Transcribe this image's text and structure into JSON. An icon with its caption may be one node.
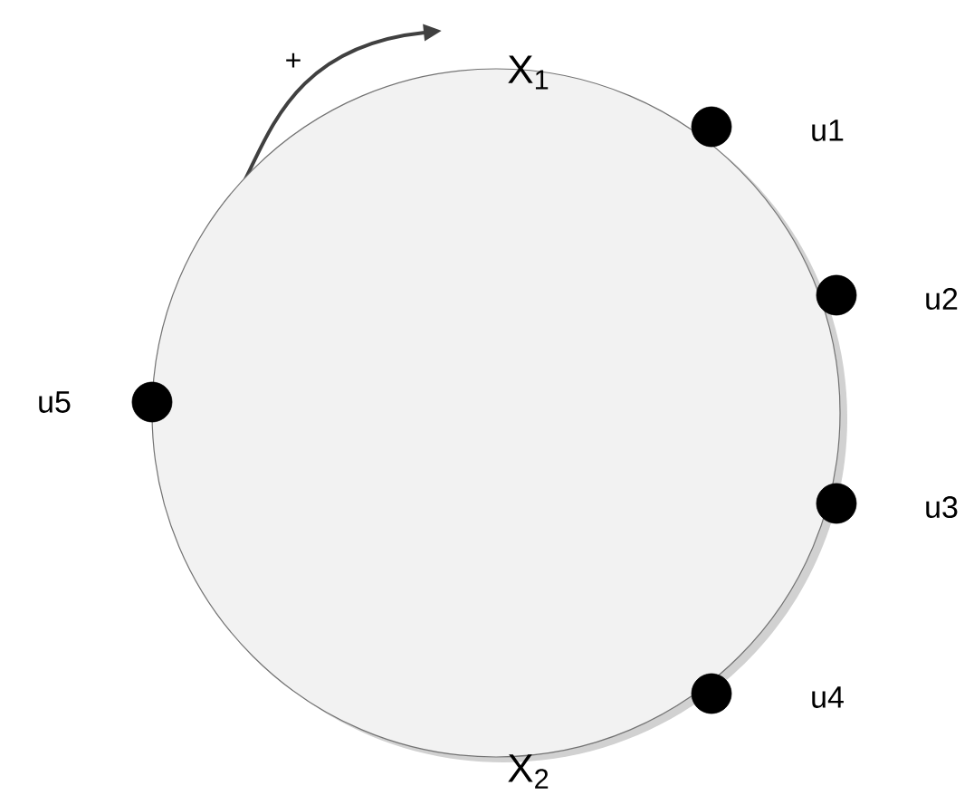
{
  "diagram": {
    "nodes": [
      {
        "text": [],
        "shape": "circle"
      },
      {
        "text": [],
        "shape": "circle"
      },
      {
        "text": [],
        "shape": "circle"
      },
      {
        "text": [],
        "shape": "circle"
      },
      {
        "text": [],
        "shape": "circle"
      },
      {
        "text": [],
        "shape": "circle"
      }
    ],
    "labels": [
      "+",
      "X$_{1}$",
      "u1",
      "u2",
      "u5",
      "u3",
      "u4",
      "X$_{2}$"
    ]
  }
}
